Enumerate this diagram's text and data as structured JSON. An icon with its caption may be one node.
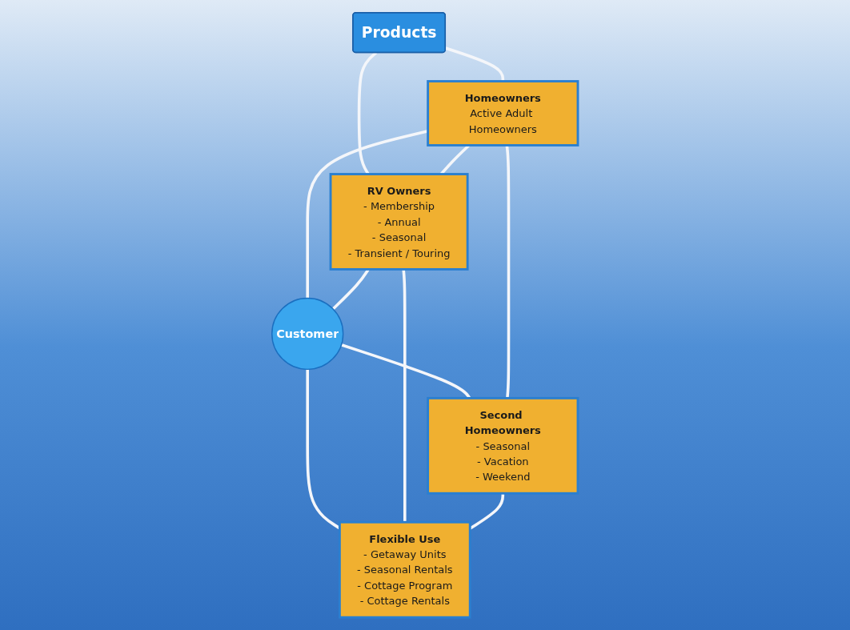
{
  "diagram": {
    "nodes": [
      {
        "text": [
          "Products"
        ]
      },
      {
        "text": [
          "Homeowners",
          "Active Adult Homeowners"
        ]
      },
      {
        "text": [
          "RV Owners",
          "- Membership",
          "- Annual",
          "- Seasonal",
          "- Transient / Touring"
        ]
      },
      {
        "text": [
          "Customer"
        ]
      },
      {
        "text": [
          "Second Homeowners",
          "- Seasonal",
          "- Vacation",
          "- Weekend"
        ]
      },
      {
        "text": [
          "Flexible Use",
          "- Getaway Units",
          "- Seasonal Rentals",
          "- Cottage Program",
          "- Cottage Rentals"
        ]
      }
    ],
    "edges": [
      {
        "from": 0,
        "to": 1,
        "arrow": "none"
      },
      {
        "from": 0,
        "to": 2,
        "arrow": "none"
      },
      {
        "from": 1,
        "to": 2,
        "arrow": "none"
      },
      {
        "from": 1,
        "to": 3,
        "arrow": "none"
      },
      {
        "from": 2,
        "to": 3,
        "arrow": "none"
      },
      {
        "from": 3,
        "to": 4,
        "arrow": "none"
      },
      {
        "from": 3,
        "to": 5,
        "arrow": "none"
      },
      {
        "from": 1,
        "to": 4,
        "arrow": "none"
      },
      {
        "from": 2,
        "to": 5,
        "arrow": "none"
      },
      {
        "from": 4,
        "to": 5,
        "arrow": "none"
      }
    ]
  }
}
